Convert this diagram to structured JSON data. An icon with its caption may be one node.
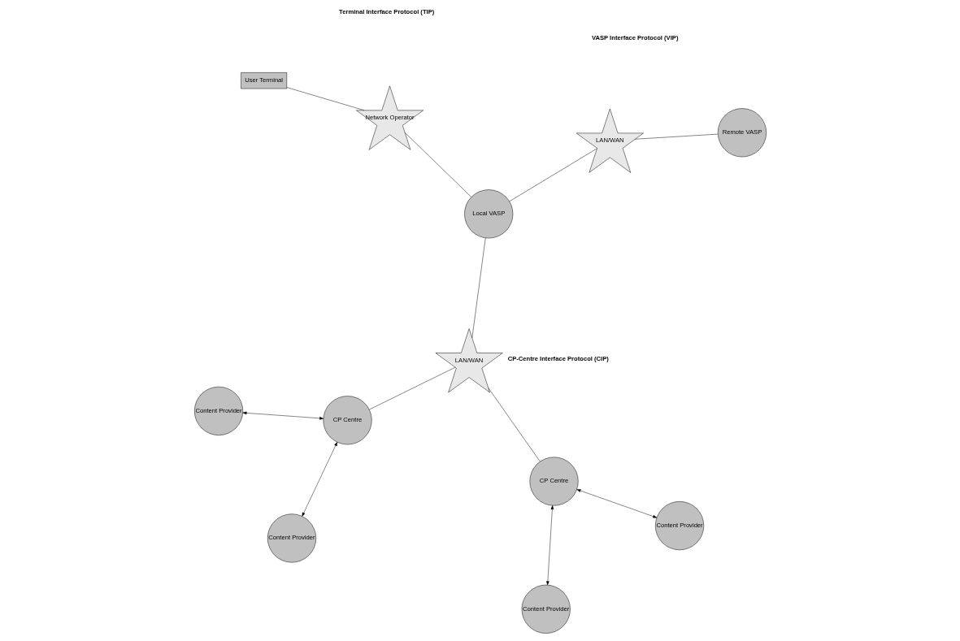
{
  "diagram": {
    "nodes": [
      {
        "text": [
          "Content Provider"
        ]
      },
      {
        "text": [
          "CP Centre"
        ]
      },
      {
        "text": [
          "Content Provider"
        ]
      },
      {
        "text": [
          "LAN/WAN"
        ]
      },
      {
        "text": [
          "Local VASP"
        ]
      },
      {
        "text": [
          "Network Operator"
        ]
      },
      {
        "text": [
          "User Terminal"
        ]
      },
      {
        "text": [
          "CP Centre"
        ]
      },
      {
        "text": [
          "LAN/WAN"
        ]
      },
      {
        "text": [
          "Remote VASP"
        ]
      },
      {
        "text": [
          "Content Provider"
        ]
      },
      {
        "text": [
          "Content Provider"
        ]
      }
    ],
    "edges": [
      {
        "from": 0,
        "to": 1,
        "arrow": "both"
      },
      {
        "from": 1,
        "to": 2,
        "arrow": "both"
      },
      {
        "from": 1,
        "to": 3,
        "arrow": "none"
      },
      {
        "from": 3,
        "to": 4,
        "arrow": "none"
      },
      {
        "from": 3,
        "to": 7,
        "arrow": "none"
      },
      {
        "from": 4,
        "to": 5,
        "arrow": "none"
      },
      {
        "from": 5,
        "to": 6,
        "arrow": "none"
      },
      {
        "from": 4,
        "to": 8,
        "arrow": "none"
      },
      {
        "from": 8,
        "to": 9,
        "arrow": "none"
      },
      {
        "from": 7,
        "to": 10,
        "arrow": "both"
      },
      {
        "from": 7,
        "to": 11,
        "arrow": "both"
      }
    ],
    "labels": [
      "CP-Centre Interface Protocol (CIP)",
      "Terminal Interface Protocol (TIP)",
      "VASP Interface Protocol (VIP)"
    ]
  }
}
